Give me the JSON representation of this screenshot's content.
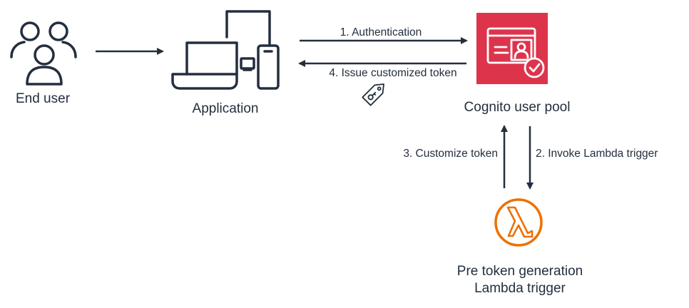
{
  "nodes": {
    "end_user": {
      "label": "End user",
      "icon": "users-icon"
    },
    "application": {
      "label": "Application",
      "icon": "devices-icon"
    },
    "cognito": {
      "label": "Cognito user pool",
      "icon": "cognito-user-pool-icon",
      "color": "#dd344c"
    },
    "lambda": {
      "label_line1": "Pre token generation",
      "label_line2": "Lambda trigger",
      "icon": "lambda-icon",
      "color": "#ed7100"
    }
  },
  "edges": {
    "user_to_app": {
      "label": ""
    },
    "authentication": {
      "label": "1. Authentication"
    },
    "invoke": {
      "label": "2. Invoke Lambda trigger"
    },
    "customize": {
      "label": "3. Customize token"
    },
    "issue": {
      "label": "4. Issue customized token",
      "icon": "token-tag-icon"
    }
  },
  "colors": {
    "ink": "#232f3e",
    "cognito_red": "#dd344c",
    "lambda_orange": "#ed7100"
  }
}
